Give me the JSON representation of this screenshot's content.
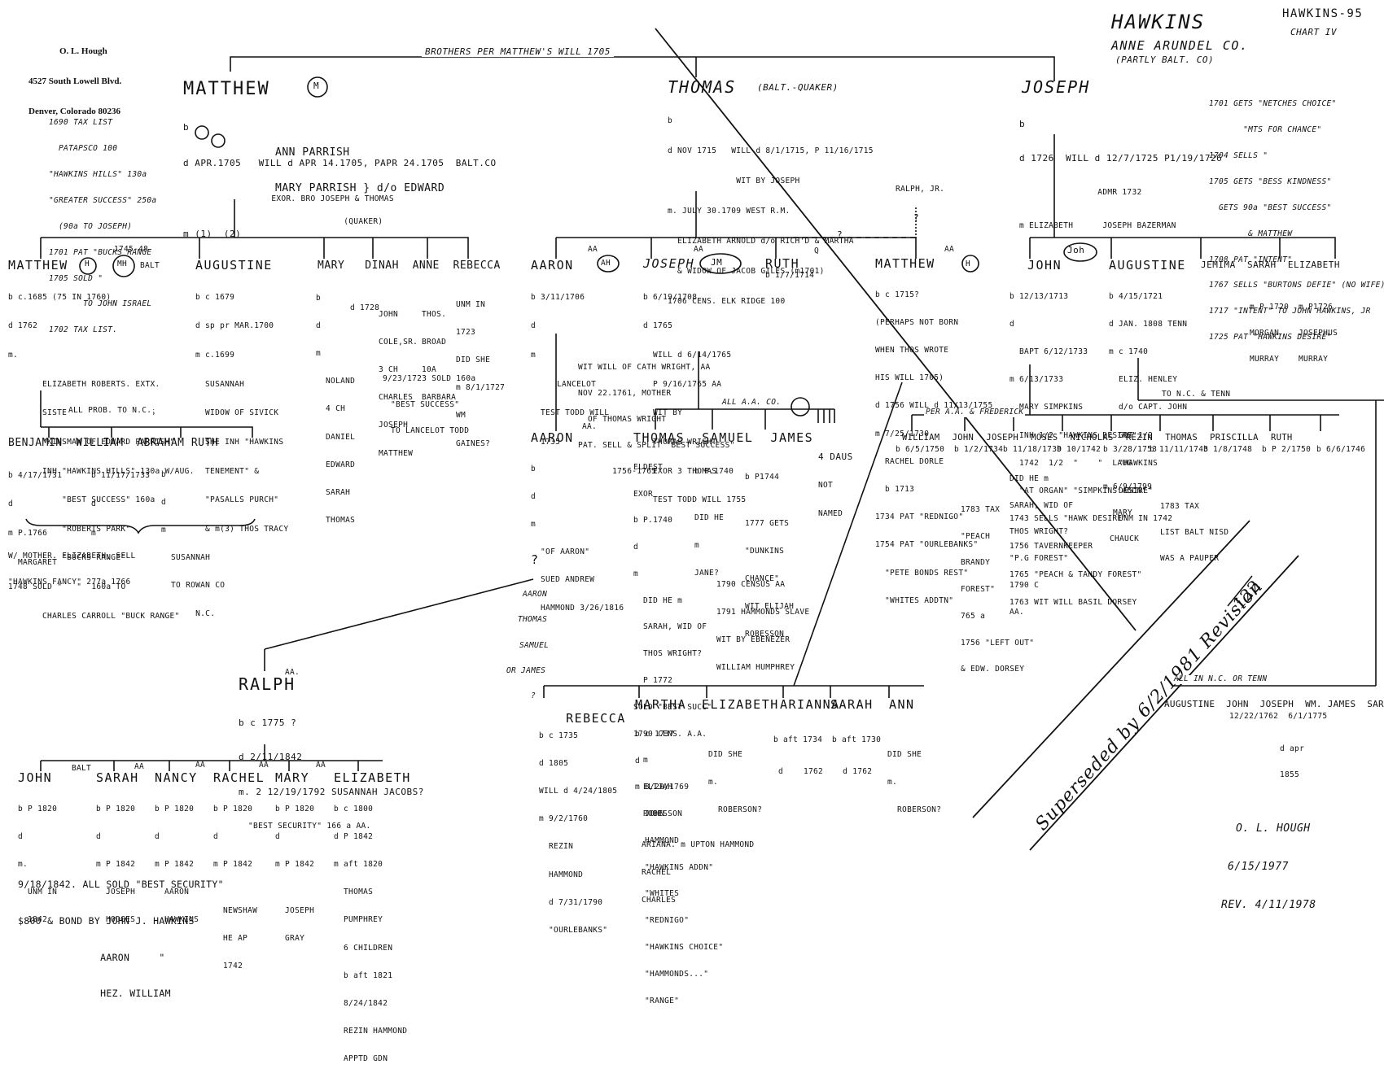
{
  "header": {
    "author_block": [
      "O. L. Hough",
      "4527 South Lowell Blvd.",
      "Denver, Colorado 80236"
    ],
    "surname": "HAWKINS",
    "place": [
      "ANNE ARUNDEL CO.",
      "(PARTLY BALT. CO)"
    ],
    "file_id": "HAWKINS-95",
    "chart_no": "CHART IV"
  },
  "top_bracket": "BROTHERS PER MATTHEW'S WILL 1705",
  "gen1": {
    "matthew": {
      "name": "MATTHEW",
      "badge": "M",
      "lines": [
        "b",
        "d APR.1705   WILL d APR 14.1705, PAPR 24.1705  BALT.CO",
        "                  EXOR. BRO JOSEPH & THOMAS",
        "m (1)  (2)"
      ],
      "spouses": [
        "ANN PARRISH",
        "MARY PARRISH } d/o EDWARD",
        "              (QUAKER)"
      ],
      "notes": [
        "1690 TAX LIST",
        "  PATAPSCO 100",
        "\"HAWKINS HILLS\" 130a",
        "\"GREATER SUCCESS\" 250a",
        "  (90a TO JOSEPH)",
        "1701 PAT \"BUCKS RANGE",
        "1705 SOLD \"",
        "       TO JOHN ISRAEL",
        "1702 TAX LIST."
      ]
    },
    "thomas": {
      "name": "THOMAS",
      "suffix": "(BALT.-QUAKER)",
      "lines": [
        "b",
        "d NOV 1715   WILL d 8/1/1715, P 11/16/1715",
        "              WIT BY JOSEPH",
        "m. JULY 30.1709 WEST R.M.",
        "  ELIZABETH ARNOLD d/o RICH'D & MARTHA",
        "  & WIDOW OF JACOB GILES (m1701)",
        "1706 CENS. ELK RIDGE 100"
      ]
    },
    "joseph": {
      "name": "JOSEPH",
      "lines": [
        "b",
        "d 1726  WILL d 12/7/1725 P1/19/1726",
        "                ADMR 1732",
        "m ELIZABETH      JOSEPH BAZERMAN"
      ],
      "notes": [
        "1701 GETS \"NETCHES CHOICE\"",
        "       \"MTS FOR CHANCE\"",
        "1704 SELLS \"",
        "1705 GETS \"BESS KINDNESS\"",
        "  GETS 90a \"BEST SUCCESS\"",
        "        & MATTHEW",
        "1708 PAT \"INTENT\"",
        "1767 SELLS \"BURTONS DEFIE\" (NO WIFE)",
        "1717 \"INTENT\" TO JOHN HAWKINS, JR",
        "1725 PAT \"HAWKINS DESIRE\""
      ]
    }
  },
  "ralph_jr": "RALPH, JR.",
  "question": "?",
  "gen2": {
    "matthew_h": {
      "name": "MATTHEW",
      "note_top": "1745-48",
      "badges": [
        "H",
        "MH"
      ],
      "tag": "BALT",
      "lines": [
        "b c.1685 (75 IN 1760)",
        "d 1762",
        "m.",
        "  ELIZABETH ROBERTS. EXTX.",
        "  SISTER OF THOS. FRANCIS",
        "  \"KINSMAN OF EDWARD PARRISH\"",
        "  INH \"HAWKINS HILLS\" 130a W/AUG.",
        "      \"BEST SUCCESS\" 160a",
        "      \"ROBERTS PARK\"",
        "      \"BUCKS RANGE\"",
        "1748 SOLD \"   \"  160a TO",
        "  CHARLES CARROLL \"BUCK RANGE\""
      ]
    },
    "augustine": {
      "name": "AUGUSTINE",
      "lines": [
        "b c 1679",
        "d sp pr MAR.1700",
        "m c.1699",
        "  SUSANNAH",
        "  WIDOW OF SIVICK",
        "  SHE INH \"HAWKINS",
        "  TENEMENT\" &",
        "  \"PASALLS PURCH\"",
        "  & m(3) THOS TRACY"
      ]
    },
    "sisters_header": "MARY   DINAH  ANNE  REBECCA",
    "mary": [
      "b",
      "d",
      "m",
      "  NOLAND",
      "  4 CH",
      "  DANIEL",
      "  EDWARD",
      "  SARAH",
      "  THOMAS"
    ],
    "mary_detail": "d 1728",
    "dinah": [
      "JOHN",
      "COLE,SR.",
      "3 CH",
      "CHARLES",
      "JOSEPH",
      "MATTHEW"
    ],
    "anne": [
      "THOS.",
      "BROAD",
      "10A",
      "BARBARA"
    ],
    "rebecca": [
      "UNM IN",
      "1723",
      "DID SHE",
      "m 8/1/1727",
      "WM",
      "GAINES?"
    ],
    "dinah_sold": [
      "9/23/1723 SOLD 160a",
      "\"BEST SUCCESS\"",
      "TO LANCELOT TODD"
    ],
    "aaron": {
      "name": "AARON",
      "tag": "AA",
      "badge": "AH",
      "lines": [
        "b 3/11/1706",
        "d",
        "m",
        "  LANCELOT",
        "  TEST TODD WILL",
        "  1735"
      ]
    },
    "joseph_jm": {
      "name": "JOSEPH",
      "tag": "AA",
      "badge": "JM",
      "lines": [
        "b 6/19/1708",
        "d 1765",
        "  WILL d 6/14/1765",
        "  P 9/16/1765 AA",
        "  WIT BY",
        "  THOMAS WRIGHT",
        "  EXOR 3 THOMAS",
        "  TEST TODD WILL 1755"
      ],
      "wife_lines": [
        "WIT WILL OF CATH WRIGHT, AA",
        "NOV 22.1761, MOTHER",
        "  OF THOMAS WRIGHT",
        "PAT. SELL & SPLIT \"BEST SUCCESS\"",
        "       1756-1765"
      ]
    },
    "ruth": {
      "name": "RUTH",
      "tag": "Q",
      "lines": [
        "b 1/7/1714"
      ]
    },
    "matthew_aa": {
      "name": "MATTHEW",
      "tag": "AA",
      "badge": "H",
      "lines": [
        "b c 1715?",
        "(PERHAPS NOT BORN",
        "WHEN THOS WROTE",
        "HIS WILL 1705)",
        "d 1756 WILL d 11/13/1755",
        "m 7/25/1730",
        "  RACHEL DORLE",
        "  b 1713",
        "1734 PAT \"REDNIGO\"",
        "1754 PAT \"OURLEBANKS\"",
        "  \"PETE BONDS REST\"",
        "  \"WHITES ADDTN\""
      ]
    },
    "john_joh": {
      "name": "JOHN",
      "badge": "Joh",
      "lines": [
        "b 12/13/1713",
        "d",
        "  BAPT 6/12/1733",
        "m 6/13/1733",
        "  MARY SIMPKINS",
        "  INH 1/2 \"HAWKINS DESIRE\"",
        "  1742  1/2  \"    \"  LAUG",
        "  \"AT ORGAN\" \"SIMPKINS ADDN\"",
        "1743 SELLS \"HAWK DESIRE\"",
        "1756 TAVERNKEEPER",
        "1765 \"PEACH & TANDY FOREST\"",
        "1763 WIT WILL BASIL DORSEY"
      ]
    },
    "augustine2": {
      "name": "AUGUSTINE",
      "lines": [
        "b 4/15/1721",
        "d JAN. 1808 TENN",
        "m c 1740",
        "  ELIZ. HENLEY",
        "  d/o CAPT. JOHN",
        "  GOT 1/2",
        "  \"HAWKINS",
        "  DESIRE\"",
        "  UNM IN 1742"
      ]
    },
    "jemima_header": "JEMIMA  SARAH  ELIZABETH",
    "sarah_m": [
      "m P 1720",
      "MORGAN",
      "MURRAY"
    ],
    "eliz_m": [
      "m P1726",
      "JOSEPHUS",
      "MURRAY"
    ]
  },
  "bracket_labels": {
    "to_nc": "ALL PROB. TO N.C.",
    "all_aa": "ALL A.A. CO.",
    "dorsey": "PER A.A. & FREDERICK",
    "to_nc_tenn": "TO N.C. & TENN",
    "all_nc": "ALL IN N.C. OR TENN"
  },
  "gen3": {
    "matthew_kids_header": "BENJAMIN  WILLIAM  ABRAHAM RUTH",
    "benjamin": [
      "b 4/17/1731",
      "d",
      "m P.1766",
      "  MARGARET"
    ],
    "william": [
      "b 11/17/1733",
      "d",
      "m"
    ],
    "abraham": [
      "b",
      "d",
      "m",
      "  SUSANNAH",
      "  TO ROWAN CO",
      "       N.C."
    ],
    "mother_note": [
      "W/ MOTHER. ELIZABETH, SELL",
      "\"HAWKINS FANCY\" 277a 1766"
    ],
    "aaron2": {
      "name": "AARON",
      "tag": "AA.",
      "lines": [
        "b",
        "d",
        "m",
        "  \"OF AARON\"",
        "  SUED ANDREW",
        "  HAMMOND 3/26/1816"
      ]
    },
    "thomas_h": [
      "ELDEST",
      "EXOR",
      "b P.1740",
      "d",
      "m",
      "  DID HE m",
      "  SARAH, WID OF",
      "  THOS WRIGHT?",
      "  P 1772",
      "SOLD \"BEST SUCC\"",
      "1790 CENS. A.A.",
      "  m",
      "  ELIJAH",
      "  ROBESSON"
    ],
    "samuel": [
      "b P.1740",
      "",
      "DID HE",
      "m",
      "JANE?"
    ],
    "james": [
      "b P1744",
      "",
      "1777 GETS",
      "\"DUNKINS",
      "CHANCE\"",
      "WIT ELIJAH",
      "ROBESSON"
    ],
    "four_daus": [
      "4 DAUS",
      "NOT",
      "NAMED"
    ],
    "aa_children_header": "THOMAS  SAMUEL  JAMES",
    "census": [
      "1790 CENSUS AA",
      "1791 HAMMONDS SLAVE",
      "WIT BY EBENEZER",
      "WILLIAM HUMPHREY"
    ],
    "john_kids_header": "WILLIAM  JOHN  JOSEPH  MOSES  NICHOLAS  REZIN  THOMAS  PRISCILLA  RUTH",
    "john_kids_dates": [
      "b 6/5/1750",
      "b 1/2/1734",
      "b 11/18/1739",
      "b 10/1742",
      "b 3/28/1753",
      "b 11/11/1743",
      "b 1/8/1748",
      "b P 2/1750",
      "b 6/6/1746"
    ],
    "joseph_note": [
      "DID HE m",
      "SARAH, WID OF",
      "THOS WRIGHT?",
      "\"P.G FOREST\"",
      "1790 C",
      "AA."
    ],
    "tax_note": [
      "1783 TAX",
      "\"PEACH",
      "BRANDY",
      "FOREST\"",
      "765 a",
      "1756 \"LEFT OUT\"",
      "& EDW. DORSEY"
    ],
    "nicholas_note": [
      "m 6/9/1799",
      "MARY",
      "CHAUCK"
    ],
    "rezin_note": [
      "1783 TAX",
      "LIST BALT NISD",
      "WAS A PAUPER"
    ]
  },
  "ralph": {
    "question": "?",
    "names_list": [
      "AARON",
      "THOMAS",
      "SAMUEL",
      "OR JAMES",
      "?"
    ],
    "name": "RALPH",
    "tag": "AA.",
    "lines": [
      "b c 1775 ?",
      "d 2/11/1842",
      "m. 2 12/19/1792 SUSANNAH JACOBS?",
      "  \"BEST SECURITY\" 166 a AA."
    ]
  },
  "ralph_kids": {
    "header": [
      "JOHN",
      "SARAH",
      "NANCY",
      "RACHEL",
      "MARY",
      "ELIZABETH"
    ],
    "tags": [
      "BALT",
      "AA",
      "AA",
      "AA",
      "AA",
      "AA"
    ],
    "john": [
      "b P 1820",
      "d",
      "m.",
      "  UNM IN",
      "  1842"
    ],
    "sarah": [
      "b P 1820",
      "d",
      "m P 1842",
      "  JOSEPH",
      "  HODGES"
    ],
    "nancy": [
      "b P 1820",
      "d",
      "m P 1842",
      "  AARON",
      "  HAWKINS"
    ],
    "rachel": [
      "b P 1820",
      "d",
      "m P 1842",
      "",
      "  NEWSHAW",
      "  HE AP",
      "  1742"
    ],
    "mary": [
      "b P 1820",
      "d",
      "m P 1842",
      "",
      "  JOSEPH",
      "  GRAY"
    ],
    "elizabeth": [
      "b c 1800",
      "d P 1842",
      "m aft 1820",
      "  THOMAS",
      "  PUMPHREY",
      "  6 CHILDREN",
      "  b aft 1821",
      "  8/24/1842",
      "  REZIN HAMMOND",
      "  APPTD GDN"
    ],
    "sold": [
      "9/18/1842. ALL SOLD \"BEST SECURITY\"",
      "$800 & BOND BY JOHN J. HAWKINS",
      "              AARON     \"",
      "              HEZ. WILLIAM"
    ]
  },
  "joseph_kids2": {
    "header": [
      "REBECCA",
      "MARTHA",
      "ELIZABETH",
      "ARIANNA",
      "SARAH",
      "ANN"
    ],
    "rebecca": [
      "b c 1735",
      "d 1805",
      "WILL d 4/24/1805",
      "m 9/2/1760",
      "  REZIN",
      "  HAMMOND",
      "  d 7/31/1790",
      "  \"OURLEBANKS\""
    ],
    "martha": [
      "b c 1737",
      "d",
      "m 8/20/1769",
      "  JOHN",
      "  HAMMOND",
      "  \"HAWKINS ADDN\"",
      "  \"WHITES",
      "  \"REDNIGO\"",
      "  \"HAWKINS CHOICE\"",
      "  \"HAMMONDS...\"",
      "  \"RANGE\""
    ],
    "martha_kids": [
      "ARIANA. m UPTON HAMMOND",
      "RACHEL",
      "CHARLES"
    ],
    "elizabeth": [
      "",
      "DID SHE",
      "m.",
      "  ROBERSON?"
    ],
    "arianna": [
      "b aft 1734",
      "d"
    ],
    "sarah": [
      "b aft 1730",
      "1762    d 1762"
    ],
    "ann": [
      "",
      "DID SHE",
      "m.",
      "  ROBERSON?"
    ]
  },
  "augustine_kids": {
    "header": "AUGUSTINE  JOHN  JOSEPH  WM. JAMES  SARAH",
    "dates": "12/22/1762  6/1/1775",
    "wm_note": [
      "d apr",
      "1855"
    ]
  },
  "revision": {
    "text": "Superseded by 6/2/1981 Revision",
    "number": "122"
  },
  "signature": [
    "O. L. HOUGH",
    "6/15/1977",
    "REV. 4/11/1978"
  ]
}
